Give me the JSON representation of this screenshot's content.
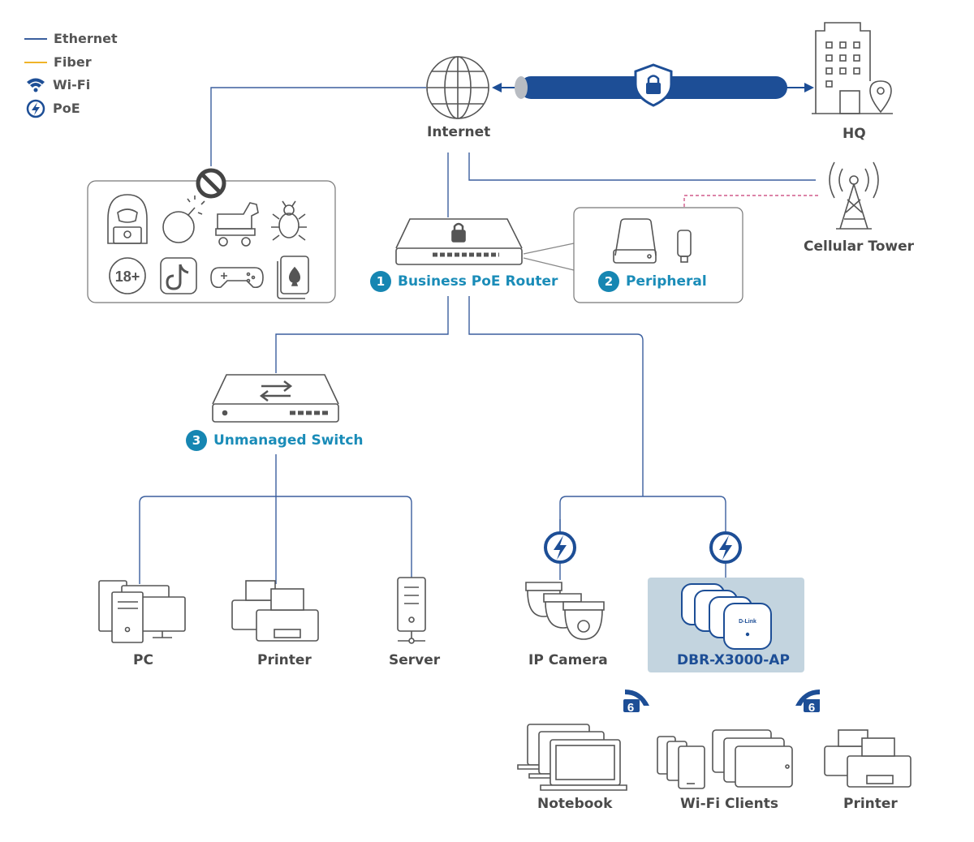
{
  "legend": {
    "ethernet": "Ethernet",
    "fiber": "Fiber",
    "wifi": "Wi-Fi",
    "poe": "PoE"
  },
  "colors": {
    "ethernet": "#3b5f9e",
    "fiber": "#f0b429",
    "accent": "#1686b2",
    "navy": "#1d4e96",
    "ap_box": "#c3d4df",
    "icon_stroke": "#555555"
  },
  "nodes": {
    "internet": "Internet",
    "hq": "HQ",
    "cellular_tower": "Cellular Tower",
    "router": {
      "num": "1",
      "label": "Business PoE Router"
    },
    "peripheral": {
      "num": "2",
      "label": "Peripheral"
    },
    "switch": {
      "num": "3",
      "label": "Unmanaged Switch"
    },
    "pc": "PC",
    "printer": "Printer",
    "server": "Server",
    "ip_camera": "IP Camera",
    "ap": "DBR-X3000-AP",
    "notebook": "Notebook",
    "wifi_clients": "Wi-Fi Clients",
    "printer2": "Printer"
  },
  "blocked": {
    "age_badge": "18+",
    "wifi6": "6",
    "ap_brand": "D-Link"
  },
  "icons": [
    "hacker-icon",
    "bomb-icon",
    "trojan-horse-icon",
    "bug-icon",
    "adult-content-icon",
    "tiktok-icon",
    "game-controller-icon",
    "gambling-cards-icon",
    "block-icon",
    "lock-icon",
    "globe-icon",
    "building-icon",
    "tower-icon",
    "poe-icon",
    "wifi6-icon"
  ]
}
